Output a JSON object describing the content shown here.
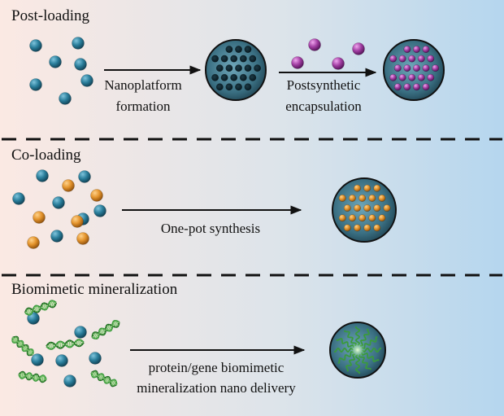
{
  "sections": [
    {
      "title": "Post-loading",
      "steps": [
        {
          "lines": [
            "Nanoplatform",
            "formation"
          ]
        },
        {
          "lines": [
            "Postsynthetic",
            "encapsulation"
          ]
        }
      ]
    },
    {
      "title": "Co-loading",
      "steps": [
        {
          "lines": [
            "One-pot synthesis"
          ]
        }
      ]
    },
    {
      "title": "Biomimetic mineralization",
      "steps": [
        {
          "lines": [
            "protein/gene biomimetic",
            "mineralization nano delivery"
          ]
        }
      ]
    }
  ],
  "colors": {
    "bg_left": "#fbe9e3",
    "bg_right": "#b5d6ee",
    "blue_particle": "#2a7e9b",
    "orange_particle": "#e3932c",
    "purple_particle": "#a23fa3",
    "dna_green": "#3a9a3c",
    "nanosphere": "#3a6f82",
    "divider": "#111111"
  }
}
